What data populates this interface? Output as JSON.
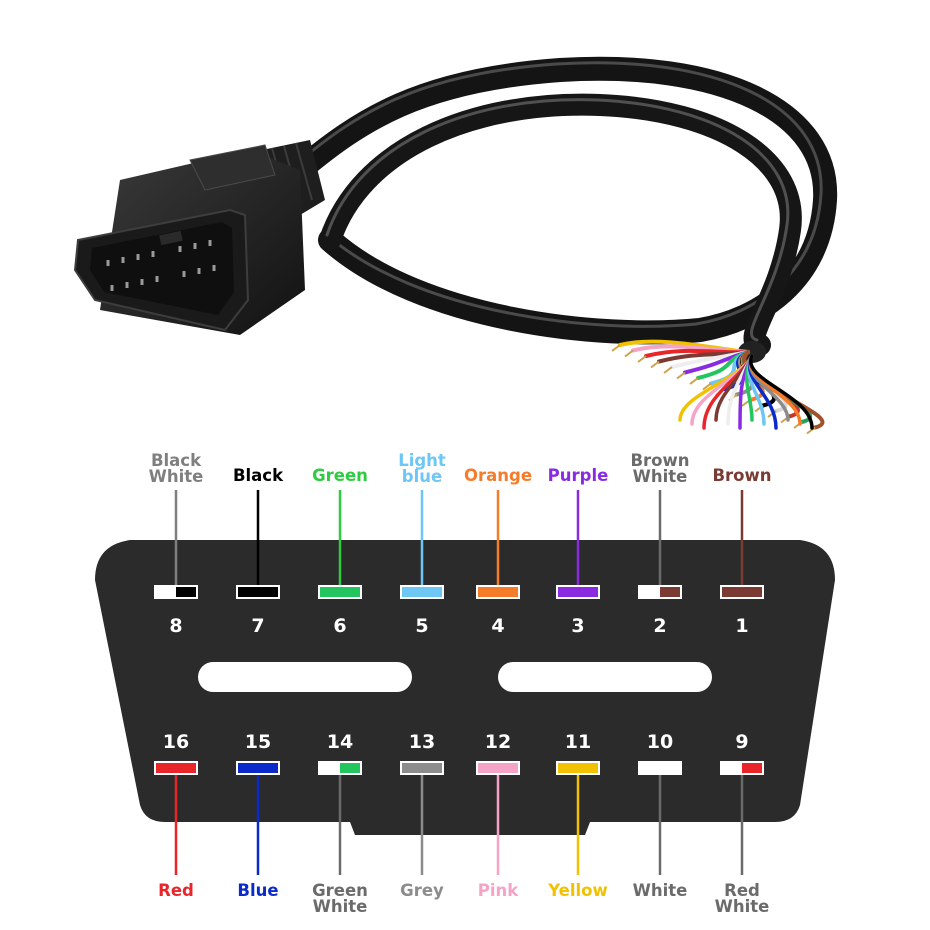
{
  "top_pins": [
    {
      "number": "8",
      "label_lines": [
        "Black",
        "White"
      ],
      "color": "#7f7f7f",
      "fill_left": "#ffffff",
      "fill_right": "#000000"
    },
    {
      "number": "7",
      "label_lines": [
        "Black"
      ],
      "color": "#000000",
      "fill_left": "#000000",
      "fill_right": "#000000"
    },
    {
      "number": "6",
      "label_lines": [
        "Green"
      ],
      "color": "#2ecc40",
      "fill_left": "#22c55e",
      "fill_right": "#22c55e"
    },
    {
      "number": "5",
      "label_lines": [
        "Light",
        "blue"
      ],
      "color": "#6ec6f5",
      "fill_left": "#6ec6f5",
      "fill_right": "#6ec6f5"
    },
    {
      "number": "4",
      "label_lines": [
        "Orange"
      ],
      "color": "#f57c2a",
      "fill_left": "#f57c2a",
      "fill_right": "#f57c2a"
    },
    {
      "number": "3",
      "label_lines": [
        "Purple"
      ],
      "color": "#8a2be2",
      "fill_left": "#8a2be2",
      "fill_right": "#8a2be2"
    },
    {
      "number": "2",
      "label_lines": [
        "Brown",
        "White"
      ],
      "color": "#6b6b6b",
      "fill_left": "#ffffff",
      "fill_right": "#7b3a32"
    },
    {
      "number": "1",
      "label_lines": [
        "Brown"
      ],
      "color": "#7b3a32",
      "fill_left": "#7b3a32",
      "fill_right": "#7b3a32"
    }
  ],
  "bottom_pins": [
    {
      "number": "16",
      "label_lines": [
        "Red"
      ],
      "color": "#e8262a",
      "fill_left": "#e8262a",
      "fill_right": "#e8262a"
    },
    {
      "number": "15",
      "label_lines": [
        "Blue"
      ],
      "color": "#0a2bc9",
      "fill_left": "#0a2bc9",
      "fill_right": "#0a2bc9"
    },
    {
      "number": "14",
      "label_lines": [
        "Green",
        "White"
      ],
      "color": "#6b6b6b",
      "fill_left": "#ffffff",
      "fill_right": "#22c55e"
    },
    {
      "number": "13",
      "label_lines": [
        "Grey"
      ],
      "color": "#8c8c8c",
      "fill_left": "#8c8c8c",
      "fill_right": "#8c8c8c"
    },
    {
      "number": "12",
      "label_lines": [
        "Pink"
      ],
      "color": "#f5a3c7",
      "fill_left": "#f5a3c7",
      "fill_right": "#f5a3c7"
    },
    {
      "number": "11",
      "label_lines": [
        "Yellow"
      ],
      "color": "#f2c200",
      "fill_left": "#f2c200",
      "fill_right": "#f2c200"
    },
    {
      "number": "10",
      "label_lines": [
        "White"
      ],
      "color": "#6b6b6b",
      "fill_left": "#ffffff",
      "fill_right": "#ffffff"
    },
    {
      "number": "9",
      "label_lines": [
        "Red",
        "White"
      ],
      "color": "#6b6b6b",
      "fill_left": "#ffffff",
      "fill_right": "#e8262a"
    }
  ],
  "wire_colors": [
    "#f2c200",
    "#f5a3c7",
    "#e8262a",
    "#7b3a32",
    "#ffffff",
    "#8a2be2",
    "#22c55e",
    "#6ec6f5",
    "#0a2bc9",
    "#8c8c8c",
    "#f57c2a",
    "#000000",
    "#d9d9d9",
    "#c0392b",
    "#1fa65a",
    "#a0522d"
  ],
  "theme": {
    "connector_body": "#2b2b2b",
    "cable": "#1a1a1a",
    "slot": "#ffffff"
  }
}
